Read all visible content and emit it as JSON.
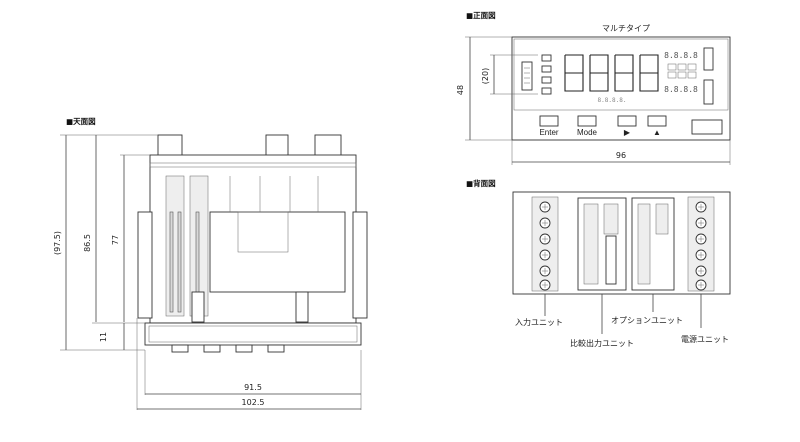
{
  "views": {
    "top": {
      "title": "■天面図"
    },
    "front": {
      "title": "■正面図",
      "model": "マルチタイプ"
    },
    "back": {
      "title": "■背面図"
    }
  },
  "dimensions": {
    "d_97_5": "(97.5)",
    "d_86_5": "86.5",
    "d_77": "77",
    "d_11": "11",
    "d_91_5": "91.5",
    "d_102_5": "102.5",
    "d_48": "48",
    "d_20": "(20)",
    "d_96": "96"
  },
  "buttons": {
    "enter": "Enter",
    "mode": "Mode",
    "right": "▶",
    "up": "▲"
  },
  "display": {
    "main": "8.8.8.8.",
    "sub_top": "8.8.8.8",
    "sub_bottom": "8.8.8.8"
  },
  "units": {
    "input": "入力ユニット",
    "comparison_output": "比較出力ユニット",
    "option": "オプションユニット",
    "power": "電源ユニット"
  }
}
